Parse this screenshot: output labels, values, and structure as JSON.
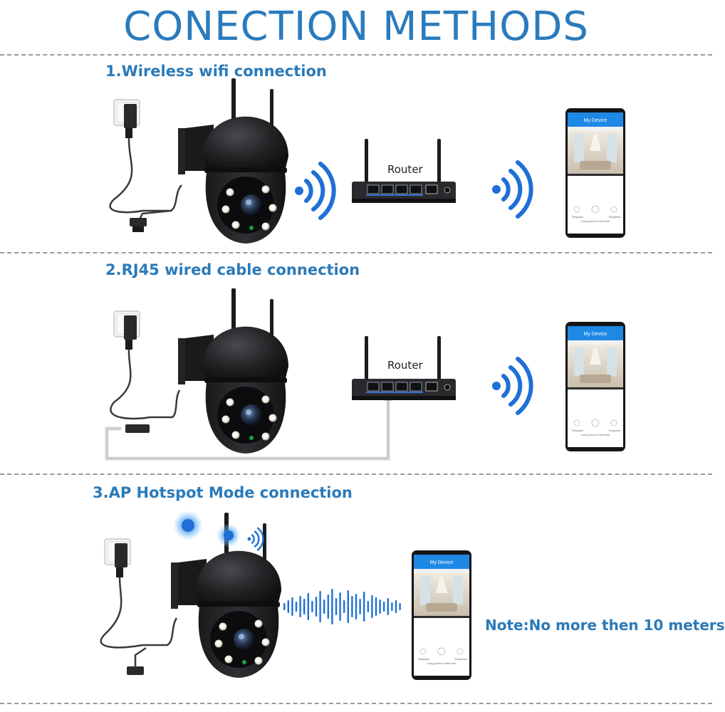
{
  "title": "CONECTION METHODS",
  "sections": [
    {
      "heading": "1.Wireless wifi connection",
      "router_label": "Router"
    },
    {
      "heading": "2.RJ45 wired cable connection",
      "router_label": "Router"
    },
    {
      "heading": "3.AP Hotspot Mode connection"
    }
  ],
  "note": "Note:No more then 10 meters",
  "phone": {
    "header": "My Device",
    "playback": "Playback",
    "snapshot": "Snapshot",
    "hint": "Long press to intercom"
  },
  "colors": {
    "title": "#2a7bbd",
    "signal": "#1f6fd6",
    "camera": "#1c1c1e",
    "phone_header": "#1e88e5"
  }
}
